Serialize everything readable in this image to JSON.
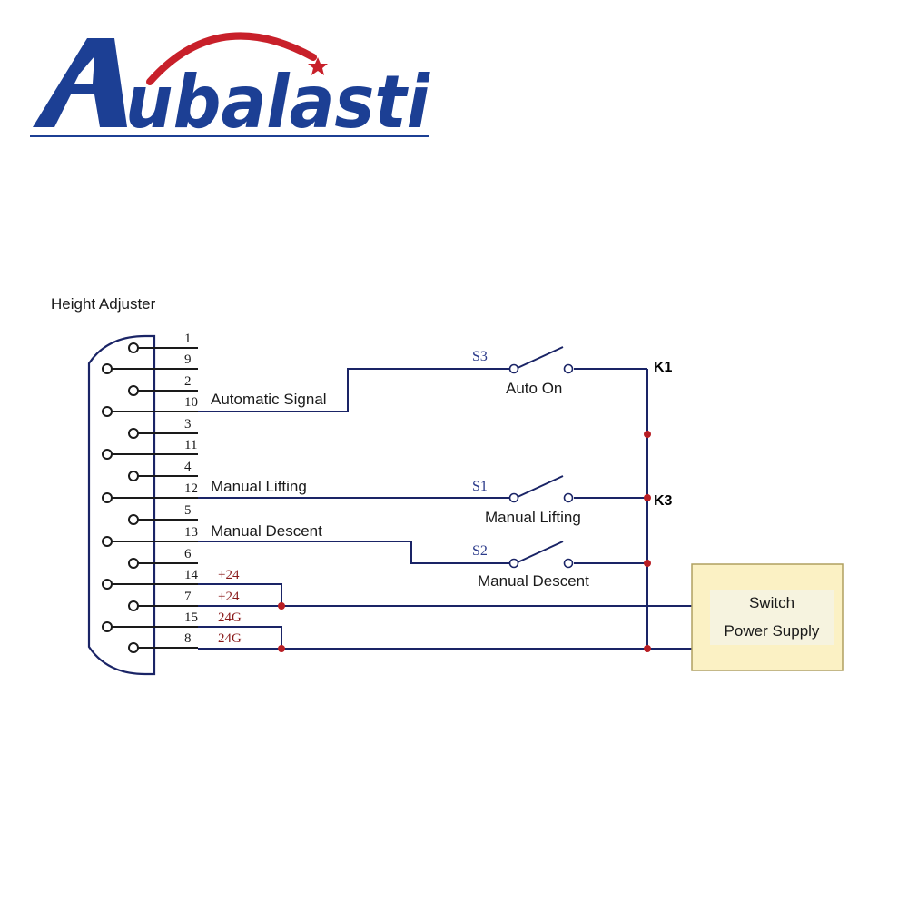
{
  "brand": {
    "logo_letter": "A",
    "logo_rest": "ubalasti",
    "colors": {
      "navy": "#1c3f94",
      "red": "#c8202a"
    }
  },
  "diagram": {
    "device_title": "Height Adjuster",
    "pins": [
      {
        "num": "1"
      },
      {
        "num": "9"
      },
      {
        "num": "2"
      },
      {
        "num": "10"
      },
      {
        "num": "3"
      },
      {
        "num": "11"
      },
      {
        "num": "4"
      },
      {
        "num": "12"
      },
      {
        "num": "5"
      },
      {
        "num": "13"
      },
      {
        "num": "6"
      },
      {
        "num": "14"
      },
      {
        "num": "7"
      },
      {
        "num": "15"
      },
      {
        "num": "8"
      }
    ],
    "signals": {
      "automatic": "Automatic Signal",
      "lifting": "Manual Lifting",
      "descent": "Manual Descent"
    },
    "power_labels": {
      "p14": "+24",
      "p7": "+24",
      "p15": "24G",
      "p8": "24G"
    },
    "switches": [
      {
        "id": "S3",
        "caption": "Auto On"
      },
      {
        "id": "S1",
        "caption": "Manual Lifting"
      },
      {
        "id": "S2",
        "caption": "Manual Descent"
      }
    ],
    "relays": {
      "k1": "K1",
      "k3": "K3"
    },
    "psu": {
      "line1": "Switch",
      "line2": "Power Supply"
    },
    "colors": {
      "wire": "#1a2466",
      "node": "#b81e24",
      "psu_fill": "#fbf1c4",
      "psu_border": "#b0a060"
    }
  }
}
